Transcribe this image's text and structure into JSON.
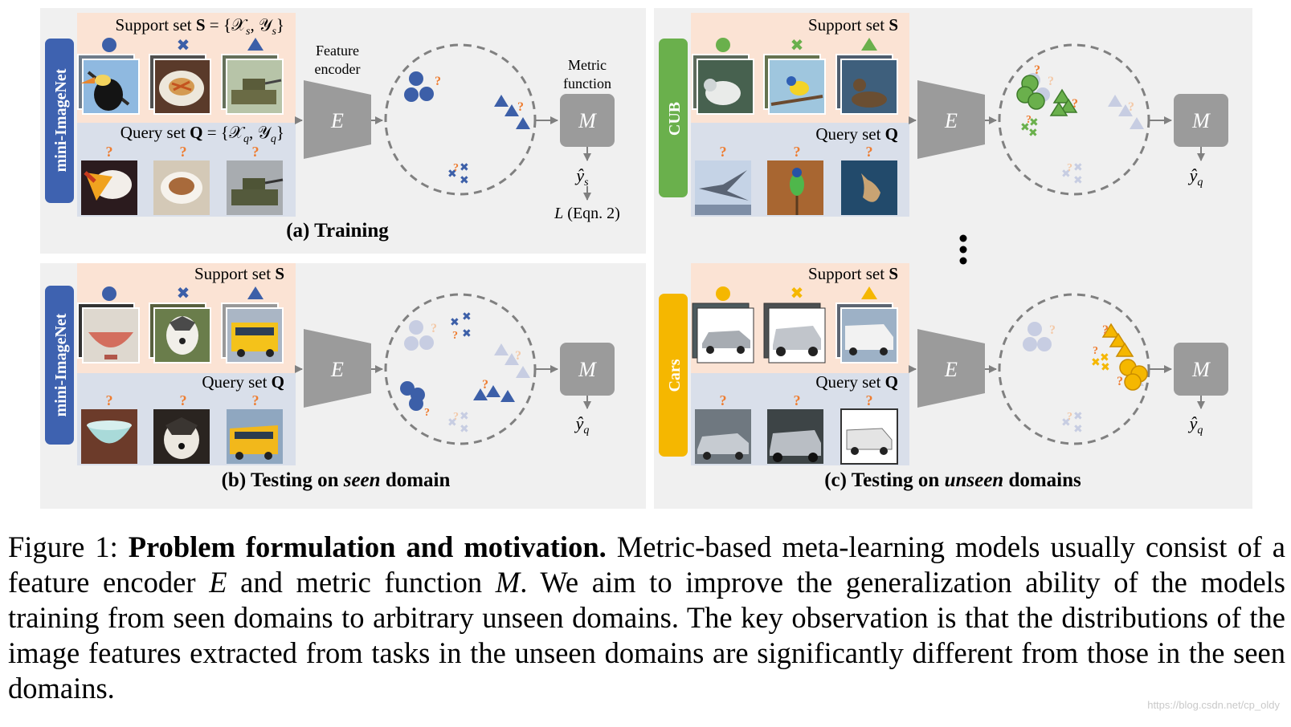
{
  "training": {
    "caption": "(a) Training",
    "domain": "mini-ImageNet",
    "support_prefix": "Support set ",
    "support_var": "S",
    "support_eq": " = {𝒳",
    "support_sub": "s",
    "support_mid": ", 𝒴",
    "support_end": "}",
    "query_prefix": "Query set ",
    "query_var": "Q",
    "query_eq": " = {𝒳",
    "query_sub": "q",
    "query_mid": ", 𝒴",
    "query_end": "}",
    "encoder_line1": "Feature",
    "encoder_line2": "encoder",
    "encoder_symbol": "E",
    "metric_line1": "Metric",
    "metric_line2": "function",
    "metric_symbol": "M",
    "output_symbol": "ŷ",
    "output_sub": "s",
    "loss_symbol": "L",
    "loss_text": " (Eqn. 2)"
  },
  "seen": {
    "caption_pre": "(b) Testing on ",
    "caption_em": "seen",
    "caption_post": " domain",
    "domain": "mini-ImageNet",
    "support_prefix": "Support set ",
    "support_var": "S",
    "query_prefix": "Query set ",
    "query_var": "Q",
    "encoder_symbol": "E",
    "metric_symbol": "M",
    "output_symbol": "ŷ",
    "output_sub": "q"
  },
  "unseen": {
    "caption_pre": "(c) Testing on ",
    "caption_em": "unseen",
    "caption_post": " domains",
    "domain_top": "CUB",
    "domain_bottom": "Cars",
    "support_prefix": "Support set ",
    "support_var": "S",
    "query_prefix": "Query set ",
    "query_var": "Q",
    "encoder_symbol": "E",
    "metric_symbol": "M",
    "output_symbol": "ŷ",
    "output_sub": "q"
  },
  "question_mark": "?",
  "caption": {
    "label": "Figure 1: ",
    "bold": "Problem formulation and motivation.",
    "text1": " Metric-based meta-learning models usually consist of a feature encoder ",
    "sym_e": "E",
    "text2": " and metric function ",
    "sym_m": "M",
    "text3": ".  We aim to improve the generalization ability of the models training from seen domains to arbitrary unseen domains. The key observation is that the distributions of the image features extracted from tasks in the unseen domains are significantly different from those in the seen domains."
  },
  "watermark": "https://blog.csdn.net/cp_oldy",
  "colors": {
    "panel": "#f0f0f0",
    "support_bg": "#fbe3d4",
    "query_bg": "#d9dfea",
    "blue": "#3c5fa8",
    "green": "#6ab04c",
    "yellow": "#f5b700",
    "gray_box": "#9b9b9b",
    "orange_q": "#ee7d31",
    "faded": "#c7cde2"
  }
}
